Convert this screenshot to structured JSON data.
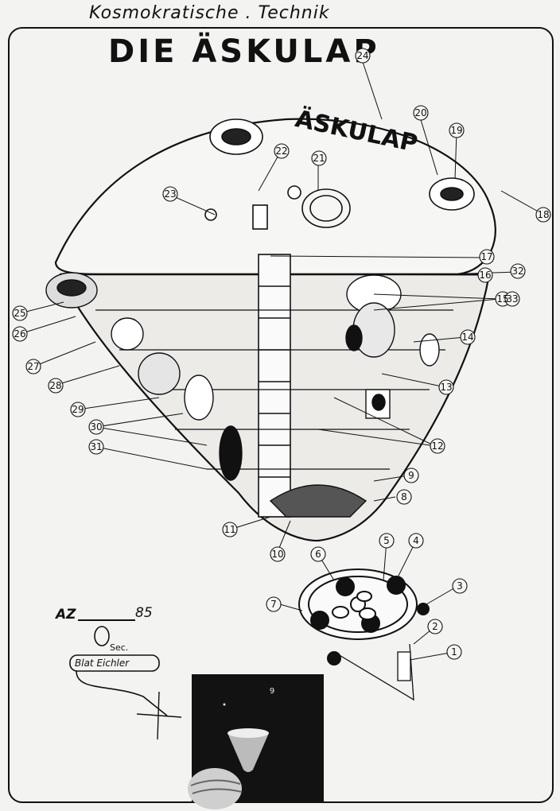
{
  "header": {
    "caption": "Kosmokratische . Technik",
    "title": "DIE ÄSKULAP"
  },
  "diagram": {
    "hull_label": "ÄSKULAP",
    "callouts": [
      "1",
      "2",
      "3",
      "4",
      "5",
      "6",
      "7",
      "8",
      "9",
      "10",
      "11",
      "12",
      "13",
      "14",
      "15",
      "16",
      "17",
      "18",
      "19",
      "20",
      "21",
      "22",
      "23",
      "24",
      "25",
      "26",
      "27",
      "28",
      "29",
      "30",
      "31",
      "32",
      "33"
    ]
  },
  "signature": {
    "code": "AZ",
    "year": "85",
    "sec": "Sec.",
    "sheet": "Blat Eichler"
  },
  "inset": {
    "marker": "9"
  }
}
